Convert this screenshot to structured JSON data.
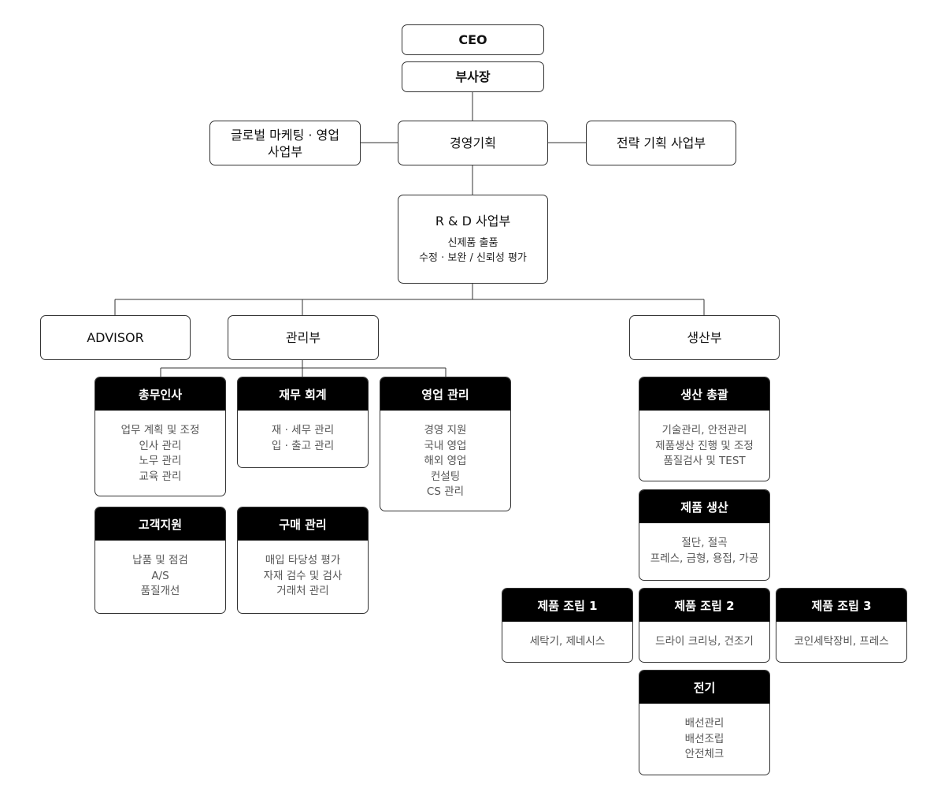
{
  "top": {
    "ceo": "CEO",
    "vice_president": "부사장"
  },
  "level2": {
    "left": [
      "글로벌 마케팅 · 영업",
      "사업부"
    ],
    "center": "경영기획",
    "right": "전략 기획 사업부"
  },
  "rnd": {
    "title": "R & D 사업부",
    "desc": [
      "신제품 출품",
      "수정 · 보완 / 신뢰성 평가"
    ]
  },
  "level3": {
    "advisor": "ADVISOR",
    "management": "관리부",
    "production": "생산부"
  },
  "cards": {
    "general_affairs": {
      "title": "총무인사",
      "items": [
        "업무 계획 및 조정",
        "인사 관리",
        "노무 관리",
        "교육 관리"
      ]
    },
    "finance": {
      "title": "재무 회계",
      "items": [
        "재 · 세무 관리",
        "입 · 출고 관리"
      ]
    },
    "sales": {
      "title": "영업 관리",
      "items": [
        "경영 지원",
        "국내 영업",
        "해외 영업",
        "컨설팅",
        "CS 관리"
      ]
    },
    "customer": {
      "title": "고객지원",
      "items": [
        "납품 및 점검",
        "A/S",
        "품질개선"
      ]
    },
    "purchase": {
      "title": "구매 관리",
      "items": [
        "매입 타당성 평가",
        "자재 검수 및 검사",
        "거래처 관리"
      ]
    },
    "prod_general": {
      "title": "생산 총괄",
      "items": [
        "기술관리, 안전관리",
        "제품생산 진행 및 조정",
        "품질검사 및 TEST"
      ]
    },
    "prod_make": {
      "title": "제품 생산",
      "items": [
        "절단, 절곡",
        "프레스, 금형, 용접, 가공"
      ]
    },
    "assembly1": {
      "title": "제품 조립 1",
      "items": [
        "세탁기, 제네시스"
      ]
    },
    "assembly2": {
      "title": "제품 조립 2",
      "items": [
        "드라이 크리닝, 건조기"
      ]
    },
    "assembly3": {
      "title": "제품 조립 3",
      "items": [
        "코인세탁장비, 프레스"
      ]
    },
    "electric": {
      "title": "전기",
      "items": [
        "배선관리",
        "배선조립",
        "안전체크"
      ]
    }
  }
}
